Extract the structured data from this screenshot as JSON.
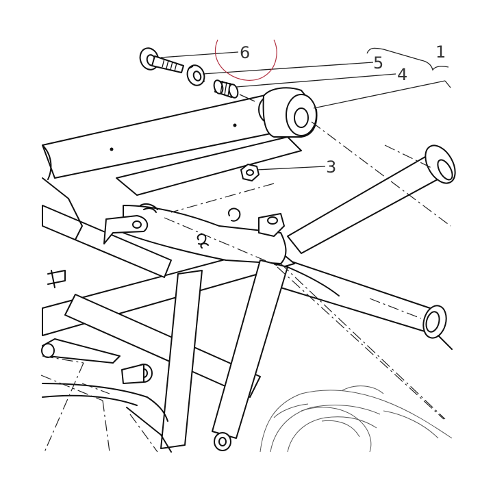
{
  "callouts": [
    {
      "id": "1",
      "label": "1"
    },
    {
      "id": "3",
      "label": "3"
    },
    {
      "id": "4",
      "label": "4"
    },
    {
      "id": "5",
      "label": "5"
    },
    {
      "id": "6",
      "label": "6"
    }
  ],
  "colors": {
    "line": "#111111",
    "callout_text": "#333333",
    "highlight_circle": "#b03040"
  }
}
